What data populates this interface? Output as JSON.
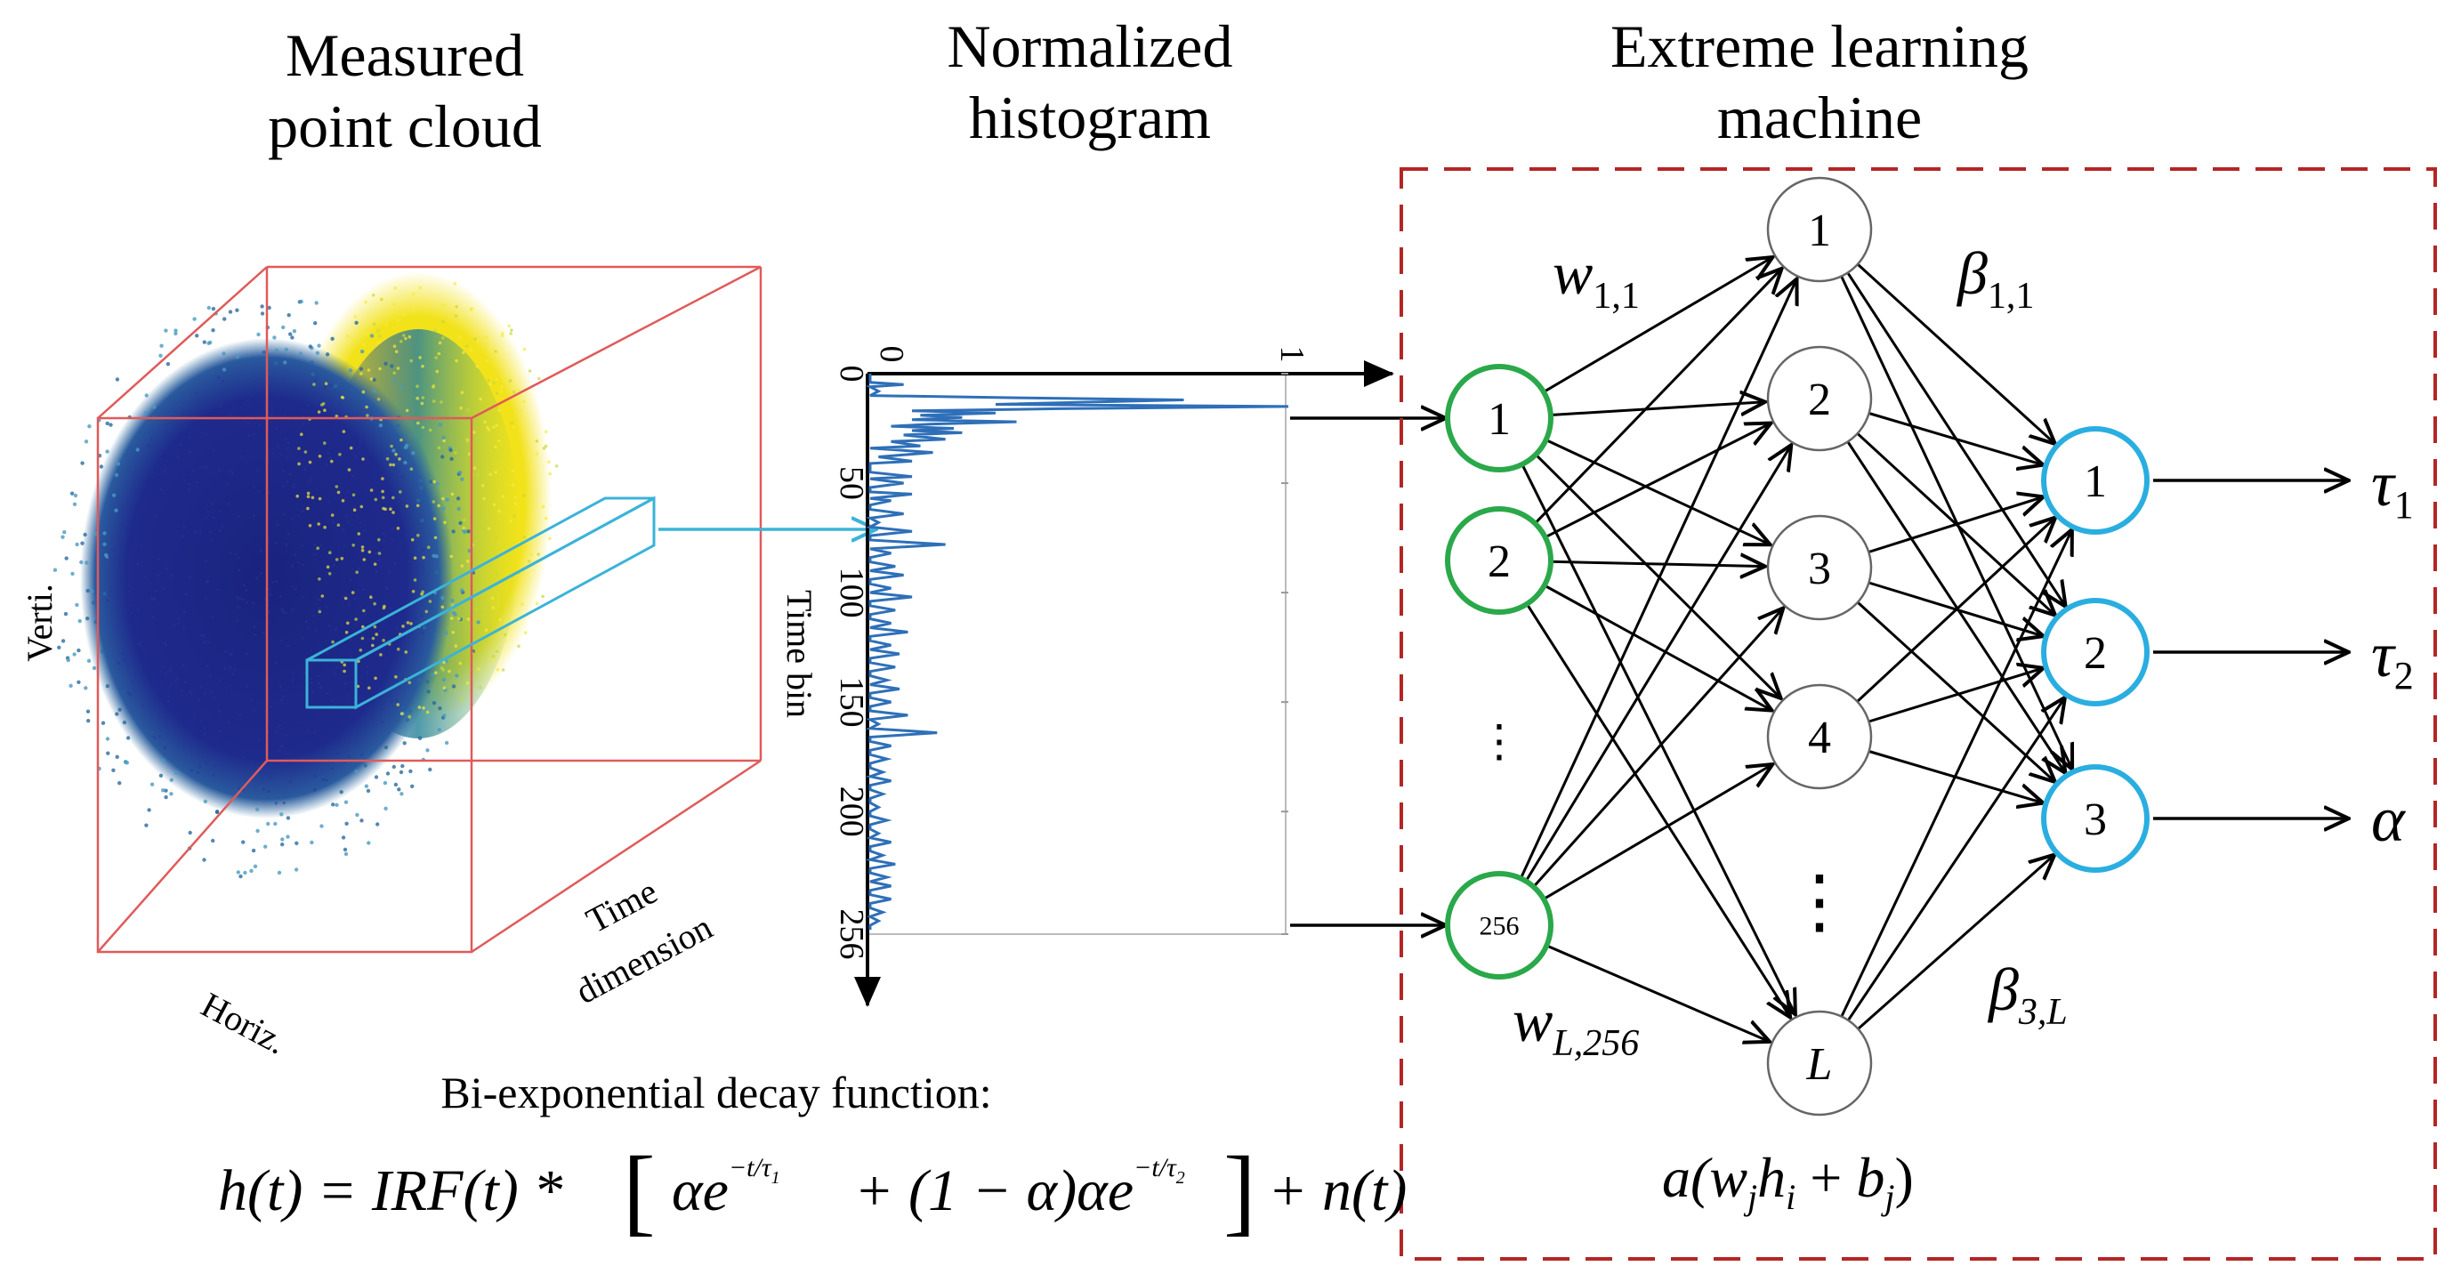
{
  "titles": {
    "point_cloud": [
      "Measured",
      "point cloud"
    ],
    "histogram": [
      "Normalized",
      "histogram"
    ],
    "elm": [
      "Extreme learning",
      "machine"
    ]
  },
  "cube_axes": {
    "vertical": "Verti.",
    "horizontal": "Horiz.",
    "time": [
      "Time",
      "dimension"
    ]
  },
  "histogram_axes": {
    "x_ticks": [
      "0",
      "1"
    ],
    "y_label": "Time bin",
    "y_ticks": [
      "0",
      "50",
      "100",
      "150",
      "200",
      "256"
    ]
  },
  "chart_data": {
    "type": "line",
    "title": "",
    "xlabel": "",
    "ylabel": "Time bin",
    "xlim": [
      0,
      1
    ],
    "ylim": [
      0,
      256
    ],
    "orientation": "vertical-bins",
    "bins": [
      0,
      4,
      5,
      6,
      8,
      10,
      11,
      12,
      14,
      15,
      16,
      17,
      18,
      19,
      20,
      21,
      22,
      23,
      24,
      25,
      26,
      27,
      28,
      30,
      31,
      33,
      34,
      36,
      38,
      40,
      41,
      43,
      45,
      47,
      48,
      50,
      52,
      54,
      55,
      57,
      58,
      60,
      62,
      64,
      66,
      68,
      70,
      72,
      74,
      76,
      78,
      80,
      82,
      84,
      86,
      88,
      90,
      92,
      94,
      96,
      98,
      100,
      102,
      104,
      106,
      108,
      110,
      112,
      114,
      116,
      118,
      120,
      122,
      124,
      126,
      128,
      130,
      132,
      134,
      136,
      138,
      140,
      142,
      144,
      146,
      148,
      150,
      152,
      154,
      156,
      158,
      160,
      162,
      164,
      166,
      168,
      170,
      172,
      174,
      176,
      178,
      180,
      182,
      184,
      186,
      188,
      190,
      192,
      194,
      196,
      198,
      200,
      202,
      204,
      206,
      208,
      210,
      212,
      214,
      216,
      218,
      220,
      222,
      224,
      226,
      228,
      230,
      232,
      234,
      236,
      238,
      240,
      242,
      244,
      246,
      248,
      250,
      252,
      254,
      256
    ],
    "values": [
      0.0,
      0.0,
      0.08,
      0.0,
      0.02,
      0.0,
      0.35,
      0.75,
      0.3,
      1.0,
      0.45,
      0.1,
      0.3,
      0.12,
      0.22,
      0.1,
      0.35,
      0.15,
      0.05,
      0.2,
      0.1,
      0.22,
      0.08,
      0.18,
      0.05,
      0.12,
      0.0,
      0.15,
      0.02,
      0.1,
      0.0,
      0.0,
      0.0,
      0.1,
      0.0,
      0.08,
      0.0,
      0.0,
      0.1,
      0.0,
      0.05,
      0.0,
      0.0,
      0.08,
      0.0,
      0.02,
      0.0,
      0.1,
      0.0,
      0.0,
      0.18,
      0.0,
      0.05,
      0.0,
      0.0,
      0.06,
      0.0,
      0.08,
      0.0,
      0.0,
      0.05,
      0.0,
      0.1,
      0.0,
      0.0,
      0.06,
      0.0,
      0.0,
      0.05,
      0.0,
      0.09,
      0.0,
      0.0,
      0.05,
      0.0,
      0.07,
      0.0,
      0.0,
      0.06,
      0.0,
      0.0,
      0.04,
      0.0,
      0.07,
      0.0,
      0.0,
      0.05,
      0.0,
      0.0,
      0.09,
      0.0,
      0.02,
      0.0,
      0.16,
      0.0,
      0.0,
      0.05,
      0.0,
      0.0,
      0.04,
      0.0,
      0.0,
      0.03,
      0.0,
      0.05,
      0.0,
      0.0,
      0.03,
      0.0,
      0.0,
      0.02,
      0.0,
      0.0,
      0.04,
      0.0,
      0.0,
      0.02,
      0.0,
      0.05,
      0.0,
      0.0,
      0.03,
      0.0,
      0.06,
      0.0,
      0.0,
      0.04,
      0.0,
      0.05,
      0.0,
      0.0,
      0.05,
      0.0,
      0.0,
      0.03,
      0.0,
      0.02,
      0.0,
      0.0
    ],
    "line_color": "#2e6fb8"
  },
  "network": {
    "input_nodes": [
      "1",
      "2",
      "⋮",
      "256"
    ],
    "hidden_nodes": [
      "1",
      "2",
      "3",
      "4",
      "⋮",
      "L"
    ],
    "output_nodes": [
      "1",
      "2",
      "3"
    ],
    "outputs": [
      "τ",
      "τ",
      "α"
    ],
    "output_subscripts": [
      "1",
      "2",
      ""
    ],
    "weights": {
      "w_top": {
        "base": "w",
        "sub": "1,1"
      },
      "w_bottom": {
        "base": "w",
        "sub": "L,256"
      },
      "beta_top": {
        "base": "β",
        "sub": "1,1"
      },
      "beta_bottom": {
        "base": "β",
        "sub": "3,L"
      }
    },
    "activation": "a(w h + b )",
    "activation_parts": {
      "a": "a(",
      "w": "w",
      "j1": "j",
      "h": "h",
      "i": "i",
      "plus": " + ",
      "b": "b",
      "j2": "j",
      "close": ")"
    }
  },
  "formula": {
    "caption": "Bi-exponential decay function:",
    "lhs": "h(t) = IRF(t) *",
    "term1": "αe",
    "exp1": "−t/τ",
    "exp1_sub": "1",
    "middle": " + (1 − α)αe",
    "exp2": "−t/τ",
    "exp2_sub": "2",
    "tail": "+ n(t)"
  },
  "colors": {
    "cube_edges": "#e05a5a",
    "cloud_dark": "#1e2a8c",
    "cloud_mid": "#2a6a9e",
    "cloud_yellow": "#f2e21a",
    "voxel": "#3bb3d9",
    "input_ring": "#2aa84a",
    "output_ring": "#2aaee0",
    "dashed_box": "#b52525",
    "hist_line": "#2e6fb8"
  }
}
